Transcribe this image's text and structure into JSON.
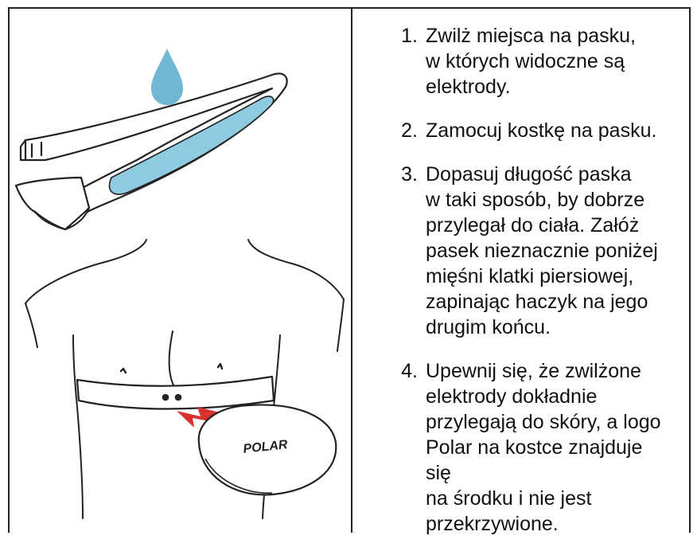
{
  "illustration": {
    "brand_logo_text": "POLAR",
    "colors": {
      "water_drop": "#6fb7d3",
      "electrode": "#8fcbe0",
      "arrow": "#d9312b",
      "line_art": "#222222"
    }
  },
  "instructions": {
    "steps": [
      {
        "number": "1.",
        "lines": [
          "Zwilż miejsca na pasku,",
          "w których widoczne są",
          "elektrody."
        ]
      },
      {
        "number": "2.",
        "lines": [
          "Zamocuj kostkę na pasku."
        ]
      },
      {
        "number": "3.",
        "lines": [
          "Dopasuj długość paska",
          "w taki sposób, by dobrze",
          "przylegał do ciała. Załóż",
          "pasek nieznacznie poniżej",
          "mięśni klatki piersiowej,",
          "zapinając haczyk na jego",
          "drugim końcu."
        ]
      },
      {
        "number": "4.",
        "lines": [
          "Upewnij się, że zwilżone",
          "elektrody dokładnie",
          "przylegają do skóry, a logo",
          "Polar na kostce znajduje się",
          "na środku i nie jest",
          "przekrzywione."
        ]
      }
    ]
  }
}
